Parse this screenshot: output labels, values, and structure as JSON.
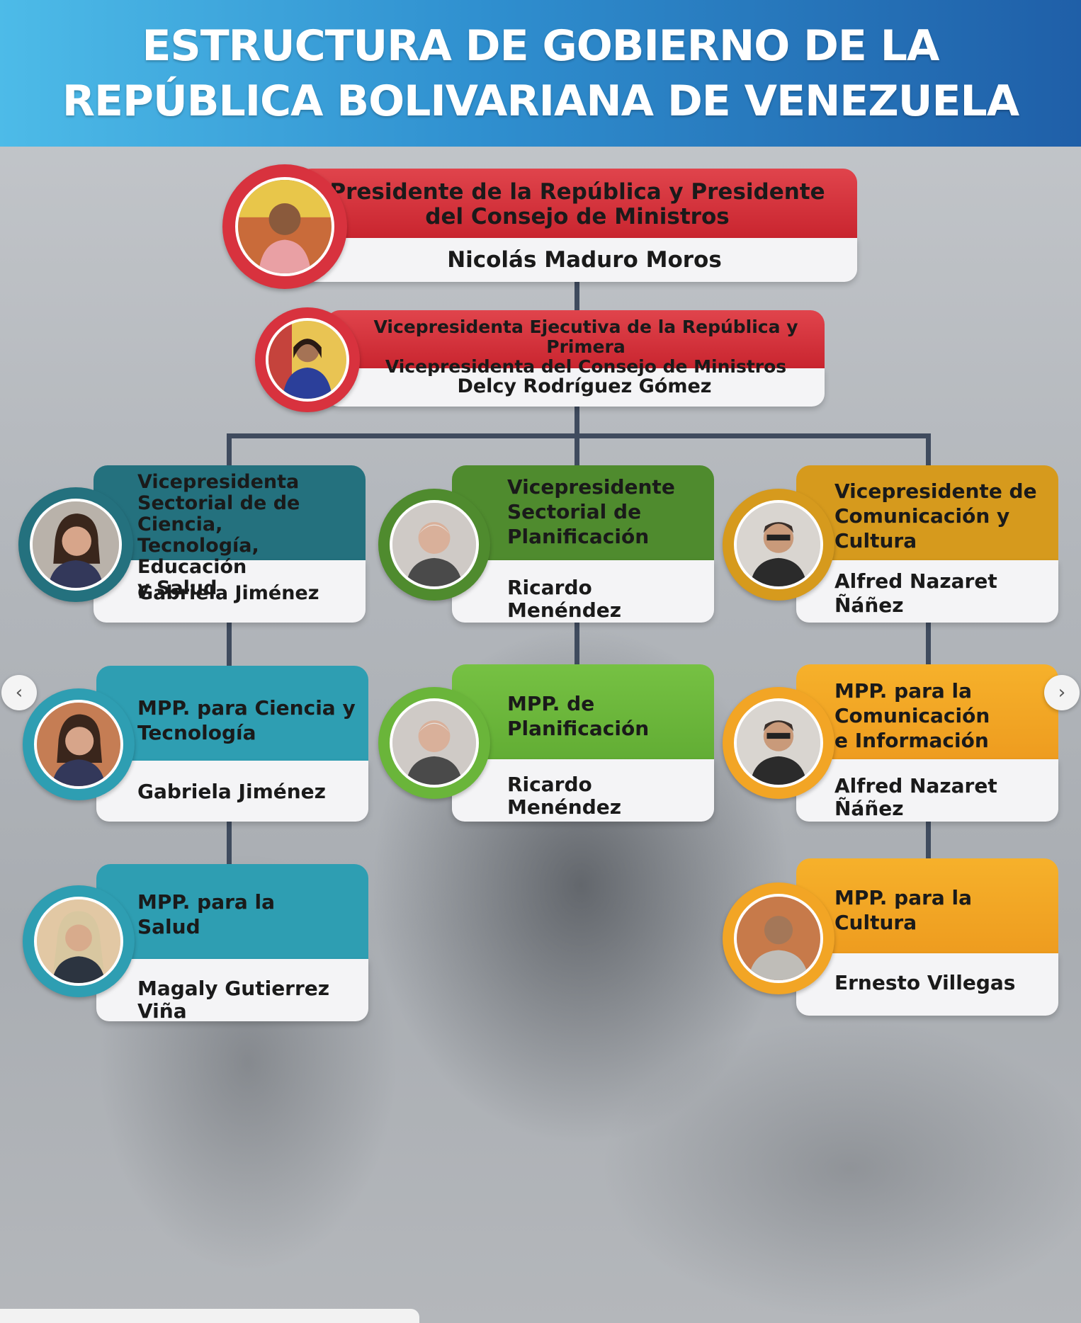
{
  "header": {
    "title_line1": "ESTRUCTURA DE GOBIERNO DE LA",
    "title_line2": "REPÚBLICA BOLIVARIANA DE VENEZUELA"
  },
  "colors": {
    "red": "#d8323e",
    "teal_dark": "#23707d",
    "teal": "#2e9eb2",
    "green_dark": "#4f8b2e",
    "green": "#6ab53a",
    "gold": "#d69a1d",
    "orange": "#f2a525",
    "connector": "#3f4b5e"
  },
  "president": {
    "role_line1": "Presidente de la República y Presidente",
    "role_line2": "del Consejo de Ministros",
    "name": "Nicolás Maduro Moros"
  },
  "vice_president": {
    "role_line1": "Vicepresidenta Ejecutiva de la República y Primera",
    "role_line2": "Vicepresidenta del Consejo de Ministros",
    "name": "Delcy Rodríguez Gómez"
  },
  "sectoral": [
    {
      "role_lines": [
        "Vicepresidenta",
        "Sectorial de de Ciencia,",
        "Tecnología, Educación",
        "y Salud"
      ],
      "name_lines": [
        "Gabriela Jiménez"
      ]
    },
    {
      "role_lines": [
        "Vicepresidente",
        "Sectorial de",
        "Planificación"
      ],
      "name_lines": [
        "Ricardo Menéndez"
      ]
    },
    {
      "role_lines": [
        "Vicepresidente de",
        "Comunicación y",
        "Cultura"
      ],
      "name_lines": [
        "Alfred Nazaret",
        "Ñáñez"
      ]
    }
  ],
  "ministries": [
    {
      "role_lines": [
        "MPP. para Ciencia y",
        "Tecnología"
      ],
      "name": "Gabriela Jiménez"
    },
    {
      "role_lines": [
        "MPP. de",
        "Planificación"
      ],
      "name": "Ricardo Menéndez"
    },
    {
      "role_lines": [
        "MPP. para la",
        "Comunicación",
        "e Información"
      ],
      "name": "Alfred Nazaret Ñáñez"
    },
    {
      "role_lines": [
        "MPP. para la",
        "Salud"
      ],
      "name": "Magaly Gutierrez Viña"
    },
    {
      "role_lines": [
        "MPP. para la",
        "Cultura"
      ],
      "name": "Ernesto Villegas"
    }
  ],
  "nav": {
    "prev_icon": "‹",
    "next_icon": "›"
  }
}
